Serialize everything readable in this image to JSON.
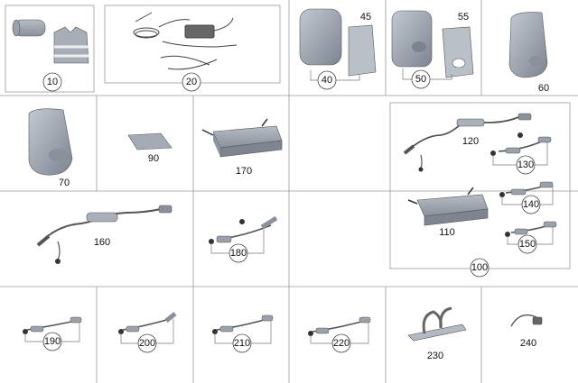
{
  "parts": [
    {
      "id": "p10",
      "label": "10"
    },
    {
      "id": "p20",
      "label": "20"
    },
    {
      "id": "p40",
      "label": "40"
    },
    {
      "id": "p45",
      "label": "45"
    },
    {
      "id": "p50",
      "label": "50"
    },
    {
      "id": "p55",
      "label": "55"
    },
    {
      "id": "p60",
      "label": "60"
    },
    {
      "id": "p70",
      "label": "70"
    },
    {
      "id": "p90",
      "label": "90"
    },
    {
      "id": "p170",
      "label": "170"
    },
    {
      "id": "p120",
      "label": "120"
    },
    {
      "id": "p130",
      "label": "130"
    },
    {
      "id": "p140",
      "label": "140"
    },
    {
      "id": "p110",
      "label": "110"
    },
    {
      "id": "p150",
      "label": "150"
    },
    {
      "id": "p100",
      "label": "100"
    },
    {
      "id": "p160",
      "label": "160"
    },
    {
      "id": "p180",
      "label": "180"
    },
    {
      "id": "p190",
      "label": "190"
    },
    {
      "id": "p200",
      "label": "200"
    },
    {
      "id": "p210",
      "label": "210"
    },
    {
      "id": "p220",
      "label": "220"
    },
    {
      "id": "p230",
      "label": "230"
    },
    {
      "id": "p240",
      "label": "240"
    }
  ]
}
